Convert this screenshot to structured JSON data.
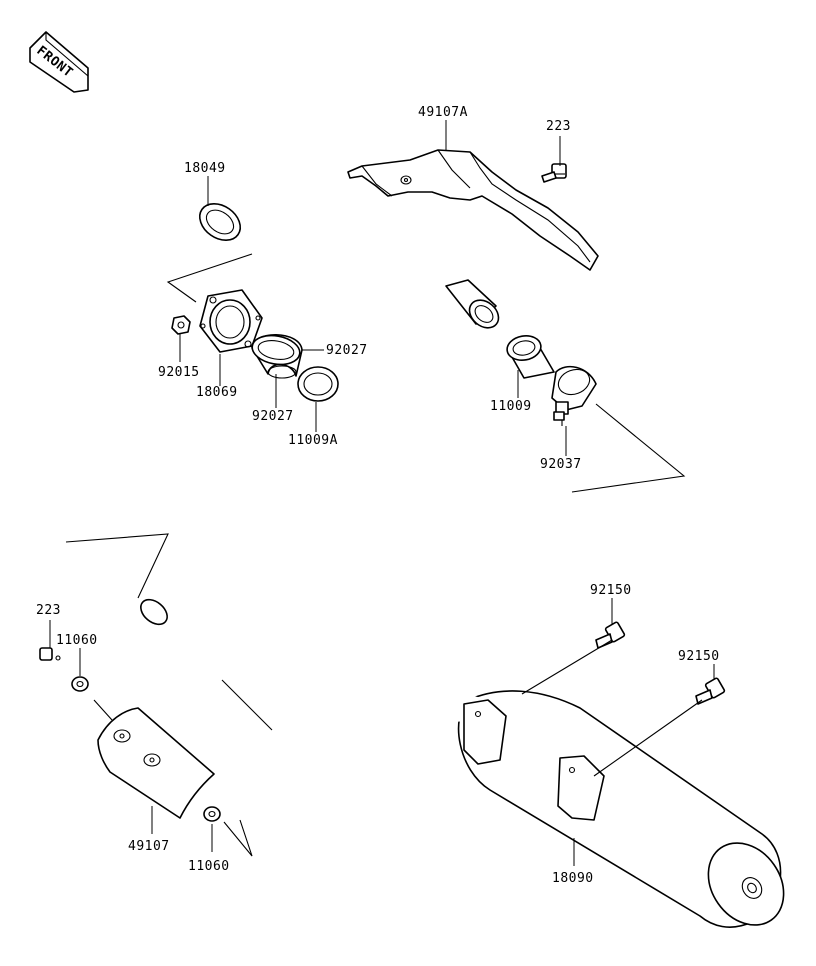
{
  "orientation_badge": {
    "text": "FRONT",
    "icon": "front-arrow-icon"
  },
  "labels": {
    "p49107A": "49107A",
    "p223_top": "223",
    "p18049": "18049",
    "p92027_a": "92027",
    "p92015": "92015",
    "p18069": "18069",
    "p92027_b": "92027",
    "p11009A": "11009A",
    "p11009": "11009",
    "p92037": "92037",
    "p92150_a": "92150",
    "p92150_b": "92150",
    "p223_bottom": "223",
    "p11060_top": "11060",
    "p49107": "49107",
    "p11060_bottom": "11060",
    "p18090": "18090"
  }
}
